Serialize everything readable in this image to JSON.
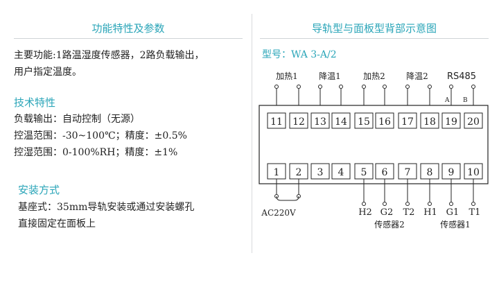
{
  "left_header": "功能特性及参数",
  "right_header": "导轨型与面板型背部示意图",
  "intro": [
    "主要功能:1路温湿度传感器，2路负载输出，",
    "用户指定温度。"
  ],
  "tech": {
    "title": "技术特性",
    "lines": [
      "负载输出：自动控制（无源）",
      "控温范围：-30~100℃；精度：±0.5%",
      "控湿范围：0-100%RH；精度：±1%"
    ]
  },
  "install": {
    "title": "安装方式",
    "lines": [
      "基座式：35mm导轨安装或通过安装螺孔",
      "直接固定在面板上"
    ]
  },
  "diagram": {
    "model": "型号：WA  3-A/2",
    "top_groups": [
      "加热1",
      "降温1",
      "加热2",
      "降温2",
      "RS485"
    ],
    "ab": [
      "A",
      "B"
    ],
    "top_terminals": [
      "11",
      "12",
      "13",
      "14",
      "15",
      "16",
      "17",
      "18",
      "19",
      "20"
    ],
    "bottom_terminals": [
      "1",
      "2",
      "3",
      "4",
      "5",
      "6",
      "7",
      "8",
      "9",
      "10"
    ],
    "bottom_pins": [
      "H2",
      "G2",
      "T2",
      "H1",
      "G1",
      "T1"
    ],
    "power_label": "AC220V",
    "sensor2": "传感器2",
    "sensor1": "传感器1"
  }
}
